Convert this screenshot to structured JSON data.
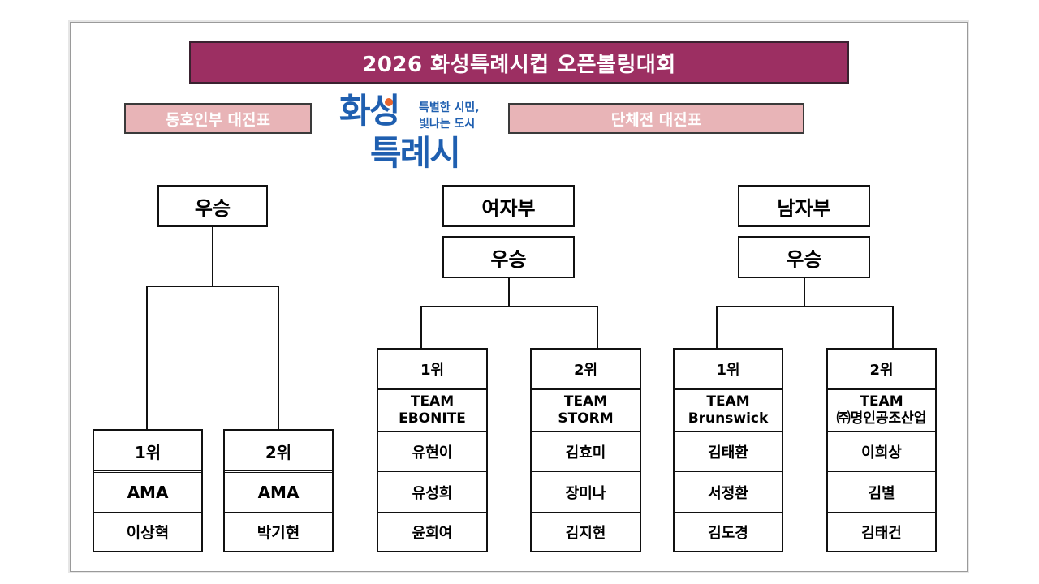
{
  "title": "2026 화성특례시컵 오픈볼링대회",
  "left_heading": "동호인부 대진표",
  "right_heading": "단체전 대진표",
  "logo": {
    "line1": "화성",
    "line2": "특례시",
    "slogan1": "특별한 시민,",
    "slogan2": "빛나는 도시",
    "colors": {
      "blue": "#1f5fb0",
      "orange": "#e8642c"
    }
  },
  "club": {
    "winner_label": "우승",
    "entries": [
      {
        "rank": "1위",
        "team": "AMA",
        "player": "이상혁"
      },
      {
        "rank": "2위",
        "team": "AMA",
        "player": "박기현"
      }
    ]
  },
  "women": {
    "division": "여자부",
    "winner_label": "우승",
    "entries": [
      {
        "rank": "1위",
        "team_line1": "TEAM",
        "team_line2": "EBONITE",
        "players": [
          "유현이",
          "유성희",
          "윤희여"
        ]
      },
      {
        "rank": "2위",
        "team_line1": "TEAM",
        "team_line2": "STORM",
        "players": [
          "김효미",
          "장미나",
          "김지현"
        ]
      }
    ]
  },
  "men": {
    "division": "남자부",
    "winner_label": "우승",
    "entries": [
      {
        "rank": "1위",
        "team_line1": "TEAM",
        "team_line2": "Brunswick",
        "players": [
          "김태환",
          "서정환",
          "김도경"
        ]
      },
      {
        "rank": "2위",
        "team_line1": "TEAM",
        "team_line2": "㈜명인공조산업",
        "players": [
          "이희상",
          "김별",
          "김태건"
        ]
      }
    ]
  },
  "colors": {
    "title_bg": "#9c2f62",
    "subhead_bg": "#e8b4b7"
  }
}
